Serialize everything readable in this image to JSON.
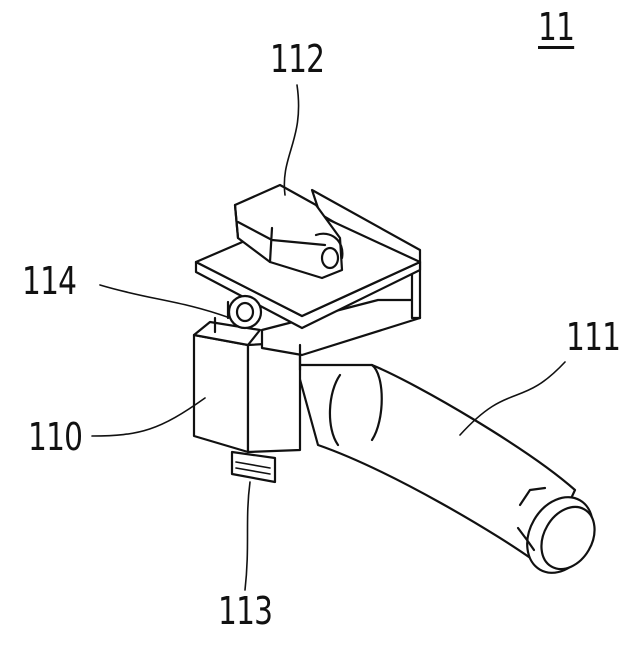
{
  "figure": {
    "label": "11",
    "references": [
      {
        "id": "ref-112",
        "text": "112"
      },
      {
        "id": "ref-114",
        "text": "114"
      },
      {
        "id": "ref-111",
        "text": "111"
      },
      {
        "id": "ref-110",
        "text": "110"
      },
      {
        "id": "ref-113",
        "text": "113"
      }
    ]
  }
}
